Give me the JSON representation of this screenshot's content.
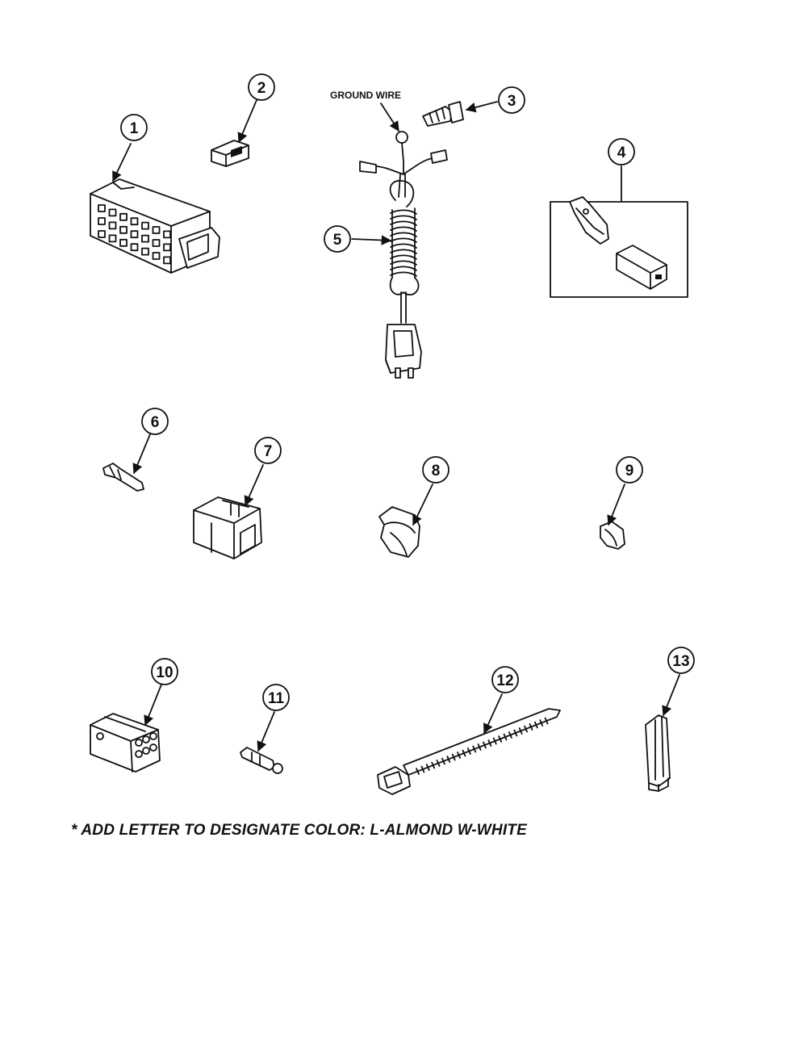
{
  "labels": {
    "ground_wire": "GROUND WIRE"
  },
  "callouts": [
    {
      "id": "1",
      "number": "1"
    },
    {
      "id": "2",
      "number": "2"
    },
    {
      "id": "3",
      "number": "3"
    },
    {
      "id": "4",
      "number": "4"
    },
    {
      "id": "5",
      "number": "5"
    },
    {
      "id": "6",
      "number": "6"
    },
    {
      "id": "7",
      "number": "7"
    },
    {
      "id": "8",
      "number": "8"
    },
    {
      "id": "9",
      "number": "9"
    },
    {
      "id": "10",
      "number": "10"
    },
    {
      "id": "11",
      "number": "11"
    },
    {
      "id": "12",
      "number": "12"
    },
    {
      "id": "13",
      "number": "13"
    }
  ],
  "footnote": "* ADD LETTER TO DESIGNATE COLOR: L-ALMOND  W-WHITE"
}
